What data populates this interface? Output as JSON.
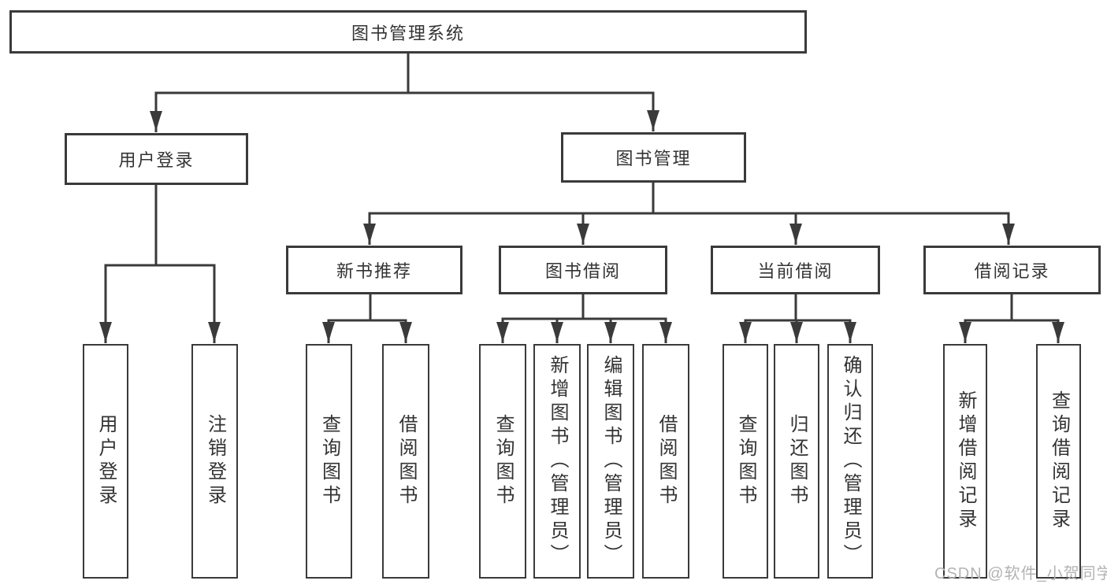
{
  "nodes": {
    "root": {
      "label": "图书管理系统"
    },
    "level2": [
      {
        "label": "用户登录"
      },
      {
        "label": "图书管理"
      }
    ],
    "level3": [
      {
        "label": "新书推荐"
      },
      {
        "label": "图书借阅"
      },
      {
        "label": "当前借阅"
      },
      {
        "label": "借阅记录"
      }
    ],
    "leaves": {
      "user_login": [
        "用户登录",
        "注销登录"
      ],
      "new_book_recommend": [
        "查询图书",
        "借阅图书"
      ],
      "book_borrow": [
        "查询图书",
        "新增图书（管理员）",
        "编辑图书（管理员）",
        "借阅图书"
      ],
      "current_borrow": [
        "查询图书",
        "归还图书",
        "确认归还（管理员）"
      ],
      "borrow_record": [
        "新增借阅记录",
        "查询借阅记录"
      ]
    }
  },
  "watermark": "CSDN @软件_小贺同学",
  "colors": {
    "line": "#3a3a3a",
    "text": "#333333",
    "watermark": "#b3b3b3",
    "background": "#ffffff"
  }
}
